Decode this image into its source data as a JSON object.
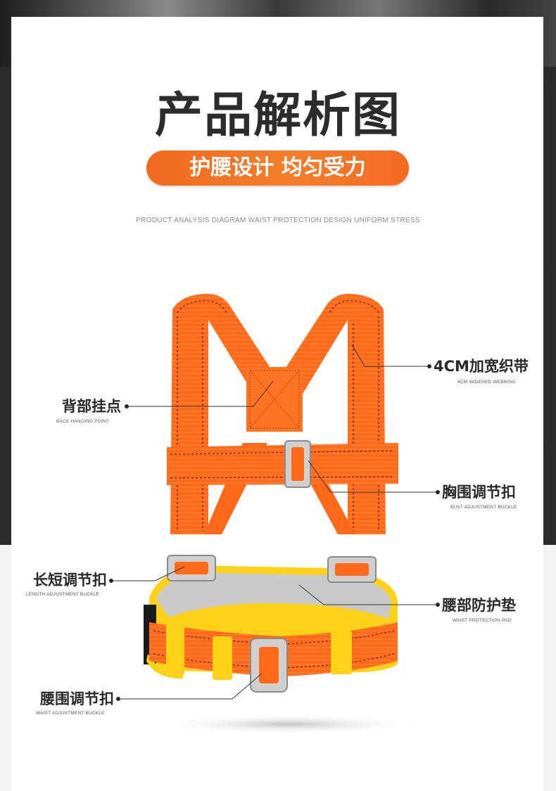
{
  "header": {
    "title": "产品解析图",
    "pill_text": "护腰设计 均匀受力",
    "subtitle_en": "PRODUCT ANALYSIS DIAGRAM WAIST PROTECTION DESIGN UNIFORM STRESS"
  },
  "callouts": {
    "webbing": {
      "label": "4CM加宽织带",
      "sub": "4CM WIDENED WEBBING"
    },
    "back_point": {
      "label": "背部挂点",
      "sub": "BACK HANGING POINT"
    },
    "bust_buckle": {
      "label": "胸围调节扣",
      "sub": "BUST ADJUSTMENT BUCKLE"
    },
    "length_buckle": {
      "label": "长短调节扣",
      "sub": "LENGTH ADJUSTMENT BUCKLE"
    },
    "waist_pad": {
      "label": "腰部防护垫",
      "sub": "WAIST PROTECTION PAD"
    },
    "waist_buckle": {
      "label": "腰围调节扣",
      "sub": "WAIST ADJUSTMENT BUCKLE"
    }
  },
  "colors": {
    "accent_orange": "#f06a1e",
    "strap_orange": "#ff6a1a",
    "pad_grey": "#c9c9c9",
    "pad_yellow": "#ffd21a",
    "buckle_grey": "#c8c8c8"
  }
}
